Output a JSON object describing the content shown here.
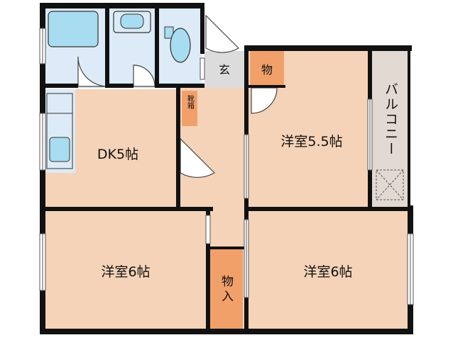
{
  "rooms": {
    "dk": "DK5帖",
    "west_bedroom": "洋室6帖",
    "east_bedroom": "洋室6帖",
    "north_bedroom": "洋室5.5帖",
    "balcony": "バルコニー"
  },
  "closets": {
    "storage_small": "物",
    "storage_hall": "物入",
    "shoe_box": "靴箱",
    "entrance": "玄"
  },
  "colors": {
    "room_floor": "#f5d3b8",
    "wet_area": "#dcebf7",
    "fixture": "#a8dcf0",
    "closet": "#f2a06a",
    "entrance": "#dcdcdc",
    "balcony": "#e2d9d2",
    "wall": "#111111"
  }
}
